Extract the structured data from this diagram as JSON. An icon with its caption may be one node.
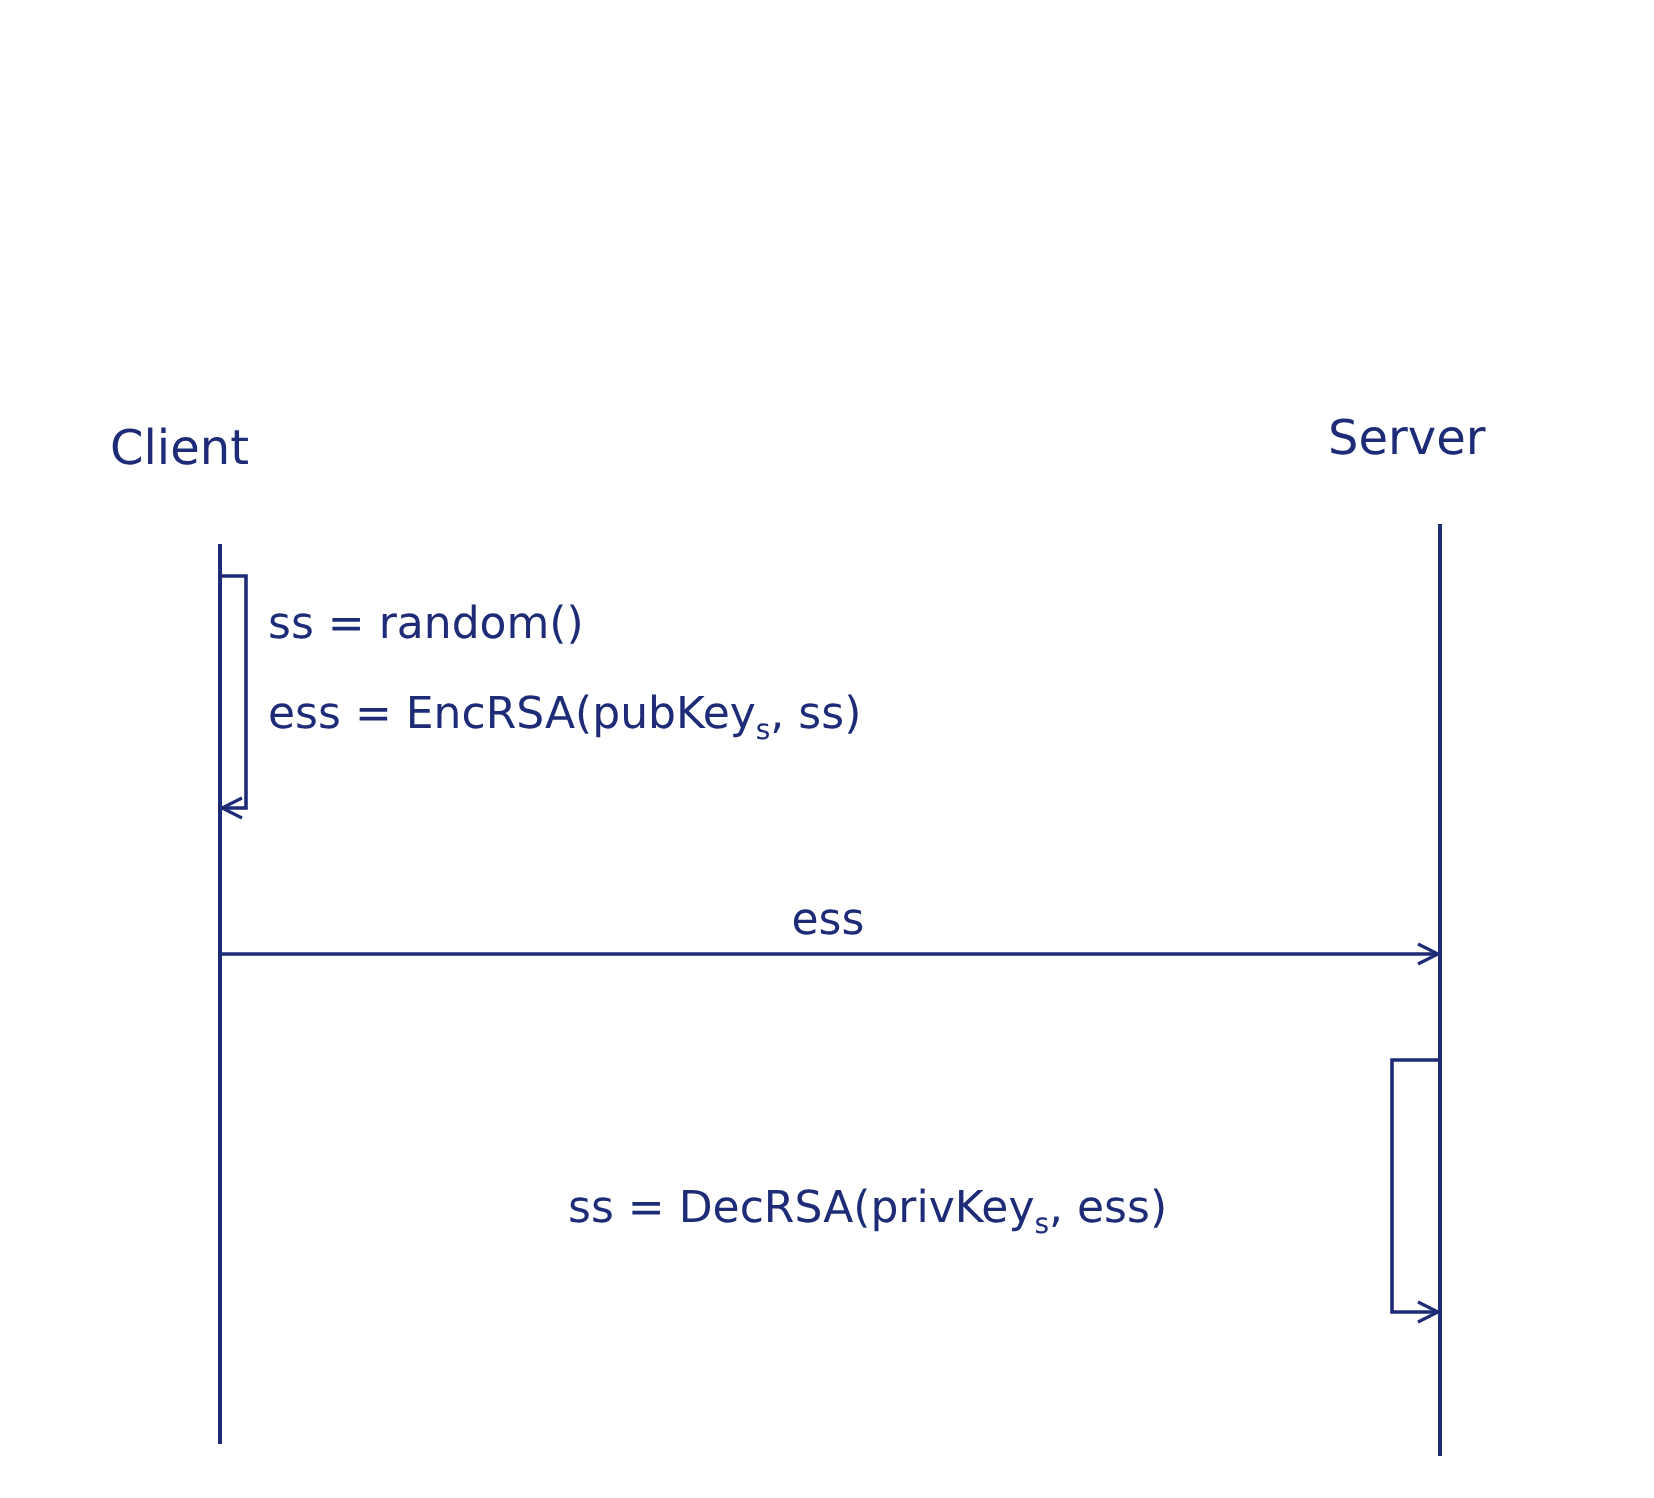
{
  "diagram": {
    "nodes": [
      {
        "text": [
          "Client"
        ]
      },
      {
        "text": [
          "Server"
        ]
      },
      {
        "text": [],
        "shape": "bar"
      },
      {
        "text": [],
        "shape": "bar"
      }
    ],
    "edges": [
      {
        "from": 2,
        "to": 2,
        "arrow": "to"
      },
      {
        "from": 2,
        "to": 3,
        "arrow": "to",
        "label": "ess"
      },
      {
        "from": 3,
        "to": 3,
        "arrow": "to"
      }
    ],
    "labels": [
      "ss = random()",
      "ess = EncRSA(pubKey$_{s}$, ss)",
      "ss = DecRSA(privKey$_{s}$, ess)"
    ]
  }
}
